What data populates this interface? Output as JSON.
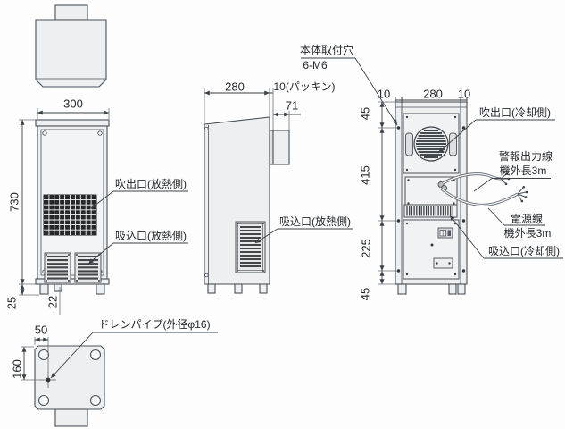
{
  "colors": {
    "background": "#fdfdfd",
    "object_line": "#4b5258",
    "panel_fill": "#edeff1",
    "panel_fill_light": "#f2f4f5",
    "grille_dark": "#26282a",
    "dim_line": "#3c4146",
    "text": "#26292c"
  },
  "views": {
    "front": {
      "dim_width": "300",
      "dim_height": "730",
      "dim_foot": "25",
      "dim_drain": "22",
      "label_outlet": "吹出口(放熱側)",
      "label_inlet": "吸込口(放熱側)"
    },
    "side": {
      "dim_depth": "280",
      "dim_packing": "10(パッキン)",
      "dim_duct": "71",
      "label_inlet": "吸込口(放熱側)"
    },
    "rear": {
      "dim_flange_left": "10",
      "dim_width": "280",
      "dim_flange_right": "10",
      "dim_top": "45",
      "dim_mid_upper": "415",
      "dim_mid_lower": "225",
      "dim_bottom": "45",
      "label_mount_hole": "本体取付穴",
      "label_mount_spec": "6-M6",
      "label_outlet": "吹出口(冷却側)",
      "label_alarm": "警報出力線",
      "label_alarm_len": "機外長3m",
      "label_power": "電源線",
      "label_power_len": "機外長3m",
      "label_inlet": "吸込口(冷却側)"
    },
    "bottom": {
      "dim_x": "50",
      "dim_y": "160",
      "label_drain": "ドレンパイプ(外径φ16)"
    }
  }
}
